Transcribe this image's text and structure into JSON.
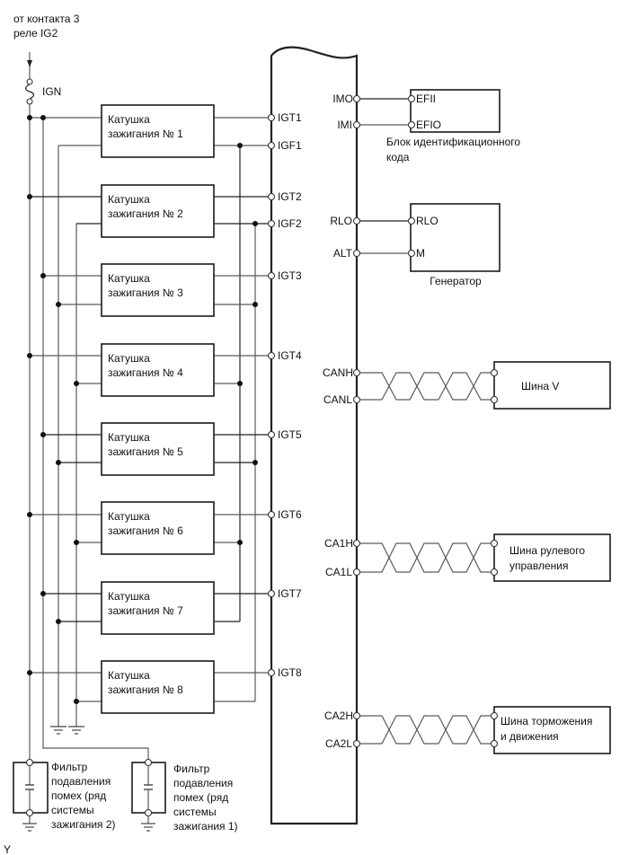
{
  "source": {
    "line1": "от контакта 3",
    "line2": "реле IG2"
  },
  "fuse": {
    "label": "IGN"
  },
  "coils": [
    {
      "line1": "Катушка",
      "line2": "зажигания № 1"
    },
    {
      "line1": "Катушка",
      "line2": "зажигания № 2"
    },
    {
      "line1": "Катушка",
      "line2": "зажигания № 3"
    },
    {
      "line1": "Катушка",
      "line2": "зажигания № 4"
    },
    {
      "line1": "Катушка",
      "line2": "зажигания № 5"
    },
    {
      "line1": "Катушка",
      "line2": "зажигания № 6"
    },
    {
      "line1": "Катушка",
      "line2": "зажигания № 7"
    },
    {
      "line1": "Катушка",
      "line2": "зажигания № 8"
    }
  ],
  "ecu": {
    "left_pins": [
      "IGT1",
      "IGF1",
      "IGT2",
      "IGF2",
      "IGT3",
      "IGT4",
      "IGT5",
      "IGT6",
      "IGT7",
      "IGT8"
    ],
    "right_pins": [
      "IMO",
      "IMI",
      "RLO",
      "ALT",
      "CANH",
      "CANL",
      "CA1H",
      "CA1L",
      "CA2H",
      "CA2L"
    ]
  },
  "immobilizer": {
    "pins": [
      "EFII",
      "EFIO"
    ],
    "caption": [
      "Блок идентификационного",
      "кода"
    ]
  },
  "generator": {
    "pins": [
      "RLO",
      "M"
    ],
    "caption": "Генератор"
  },
  "buses": [
    {
      "lines": [
        "Шина V"
      ]
    },
    {
      "lines": [
        "Шина рулевого",
        "управления"
      ]
    },
    {
      "lines": [
        "Шина торможения",
        "и движения"
      ]
    }
  ],
  "filters": [
    {
      "lines": [
        "Фильтр",
        "подавления",
        "помех (ряд",
        "системы",
        "зажигания 2)"
      ]
    },
    {
      "lines": [
        "Фильтр",
        "подавления",
        "помех (ряд",
        "системы",
        "зажигания 1)"
      ]
    }
  ],
  "footer": {
    "mark": "Y"
  }
}
